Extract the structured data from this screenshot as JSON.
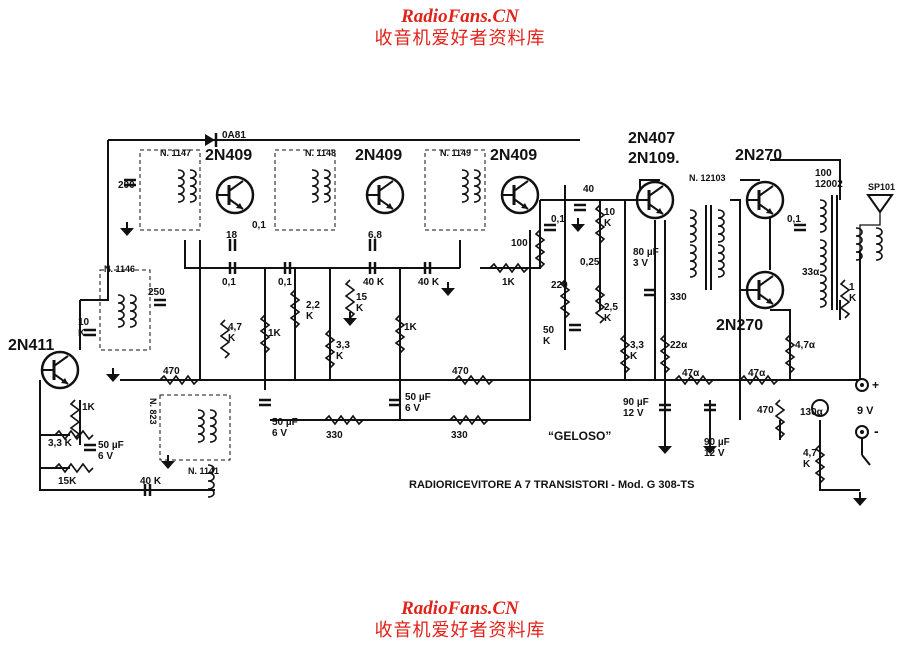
{
  "watermark": {
    "site": "RadioFans.CN",
    "chinese": "收音机爱好者资料库"
  },
  "title": "RADIORICEVITORE A 7 TRANSISTORI - Mod. G 308-TS",
  "brand": "“GELOSO”",
  "transistors": {
    "t1": "2N411",
    "t2": "2N409",
    "t3": "2N409",
    "t4": "2N409",
    "t5a": "2N407",
    "t5b": "2N109.",
    "t6": "2N270",
    "t7": "2N270"
  },
  "diode": "0A81",
  "coils": {
    "c1146": "N. 1146",
    "c1147": "N. 1147",
    "c1148": "N. 1148",
    "c1149": "N. 1149",
    "c1141": "N. 1141",
    "c823": "N. 823",
    "c12103": "N. 12103",
    "t12002": "100\n12002",
    "speaker": "SP101"
  },
  "components": {
    "c200": "200",
    "c250": "250",
    "r10k": "10\nK",
    "r47k_a": "4,7\nK",
    "c18": "18",
    "c01a": "0,1",
    "c01b": "0,1",
    "c01c": "0,1",
    "r1k_a": "1K",
    "r22k": "2,2\nK",
    "c68": "6,8",
    "c40k_a": "40 K",
    "c40k_b": "40 K",
    "r15k": "15\nK",
    "r33k_a": "3,3\nK",
    "r1k_b": "1K",
    "c01d": "0,1",
    "r100": "100",
    "c40": "40",
    "r10k_b": "10\nK",
    "r1k_c": "1K",
    "r220": "220",
    "c025": "0,25",
    "r25k": "2,5\nK",
    "c50k": "50\nK",
    "r33k_b": "3,3\nK",
    "c80": "80 µF\n3 V",
    "r330a": "330",
    "r22": "22α",
    "c01e": "0,1",
    "r33": "33α",
    "r1k_d": "1\nK",
    "r47a": "4,7α",
    "r470a": "470",
    "r470b": "470",
    "c50uf_a": "50 µF\n6 V",
    "c50uf_b": "50 µF\n6 V",
    "c50uf_c": "50 µF\n6 V",
    "r330b": "330",
    "r330c": "330",
    "r1k_e": "1K",
    "r33k_c": "3,3 K",
    "r15k_b": "15K",
    "c40k_c": "40 K",
    "r47_1": "47α",
    "r47_2": "47α",
    "c90a": "90 µF\n12 V",
    "c90b": "90 µF\n12 V",
    "r470c": "470",
    "r130": "130α",
    "r47k_b": "4,7\nK",
    "batt": "9 V",
    "plus": "+",
    "minus": "-"
  }
}
